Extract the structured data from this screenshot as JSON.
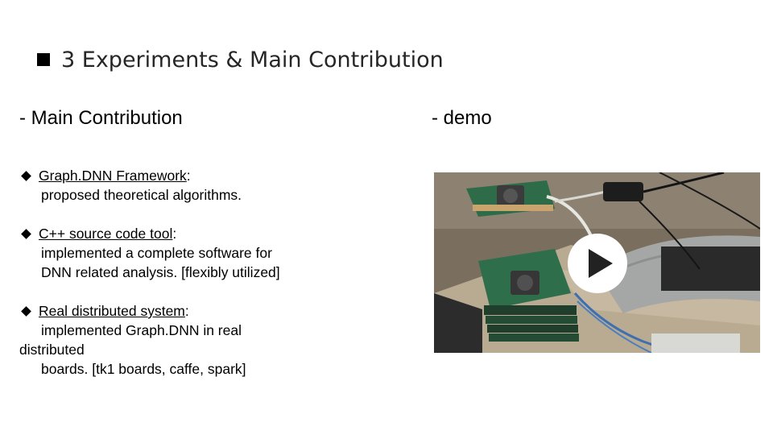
{
  "slide": {
    "title": "3 Experiments & Main Contribution",
    "left_heading": "- Main Contribution",
    "right_heading": "- demo"
  },
  "items": [
    {
      "title": "Graph.DNN Framework",
      "suffix": ":",
      "lines": [
        "proposed theoretical algorithms."
      ]
    },
    {
      "title": "C++ source code tool",
      "suffix": ":",
      "lines": [
        "implemented a complete software for",
        "DNN related analysis. [flexibly utilized]"
      ]
    },
    {
      "title": "Real distributed system",
      "suffix": ":",
      "lines": [
        "implemented Graph.DNN in real",
        "distributed",
        "boards. [tk1 boards, caffe, spark]"
      ]
    }
  ],
  "video": {
    "play_icon": "play-icon"
  },
  "colors": {
    "title": "#262626",
    "text": "#000000",
    "play_button": "#ffffff",
    "play_triangle": "#222222"
  }
}
